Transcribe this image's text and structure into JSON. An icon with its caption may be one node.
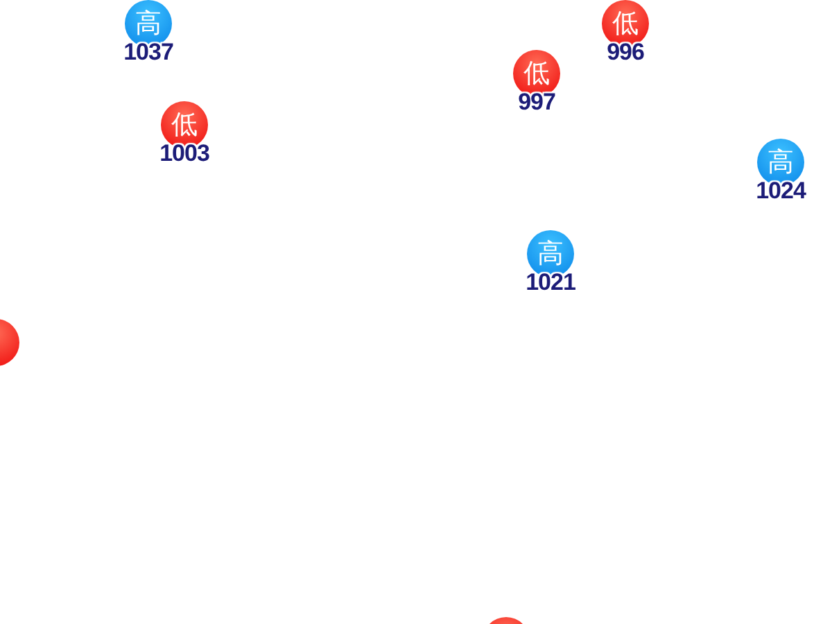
{
  "diagram": {
    "nodes": [
      {
        "text": [
          "低"
        ],
        "beside": [
          "996"
        ]
      },
      {
        "text": [
          "高"
        ],
        "beside": [
          "1037"
        ]
      },
      {
        "text": [
          "低"
        ],
        "beside": [
          "997"
        ]
      },
      {
        "text": [
          "低"
        ],
        "beside": [
          "1003"
        ]
      },
      {
        "text": [
          "高"
        ],
        "beside": [
          "1024"
        ]
      },
      {
        "text": [
          "高"
        ],
        "beside": [
          "1021"
        ]
      },
      {
        "text": [],
        "shape": "circle"
      },
      {
        "text": [],
        "shape": "circle"
      }
    ]
  }
}
